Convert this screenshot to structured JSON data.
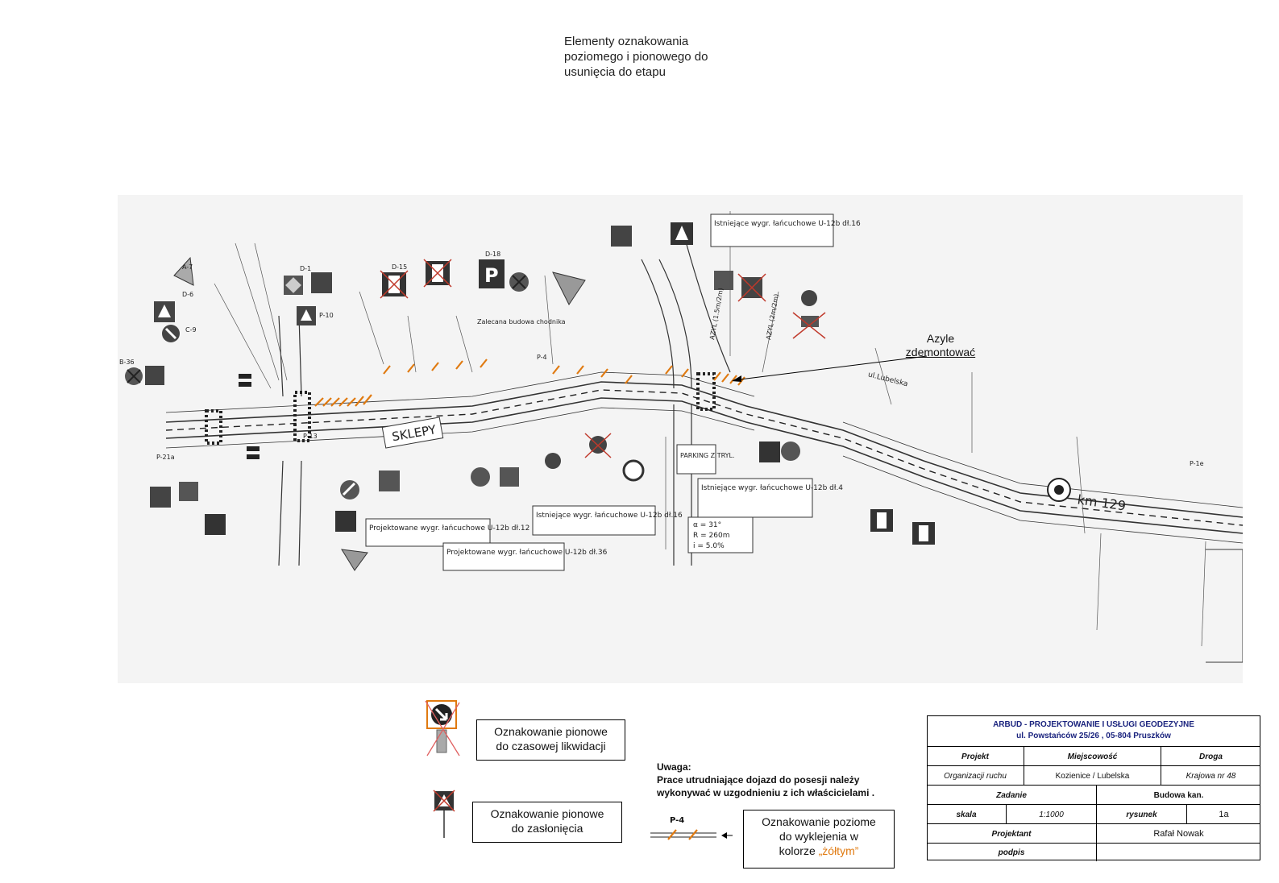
{
  "header_note": {
    "line1": "Elementy oznakowania",
    "line2": "poziomego i pionowego do",
    "line3": "usunięcia do etapu"
  },
  "azyle_note": {
    "line1": "Azyle",
    "line2": "zdemontować"
  },
  "plan_labels": {
    "sklepy": "SKLEPY",
    "km": "km 129",
    "ul_lubelska": "ul.Lubelska",
    "parking_tryl": "PARKING Z TRYL.",
    "chain_1": "Projektowane wygr. łańcuchowe U-12b dł.12",
    "chain_2": "Projektowane wygr. łańcuchowe U-12b dł.36",
    "chain_3": "Istniejące wygr. łańcuchowe U-12b dł.16",
    "chain_4": "Istniejące wygr. łańcuchowe U-12b dł.4",
    "chain_5": "Istniejące wygr. łańcuchowe U-12b dł.16",
    "curve_alpha": "α = 31°",
    "curve_R": "R = 260m",
    "curve_i": "i = 5.0%",
    "zalecana": "Zalecana budowa chodnika",
    "azyl_1": "AZYL (1.5m/2m)",
    "azyl_2": "AZYL (2m/2m)",
    "sign_D1": "D-1",
    "sign_D6": "D-6",
    "sign_A7": "A-7",
    "sign_B36": "B-36",
    "sign_C9": "C-9",
    "sign_D15": "D-15",
    "sign_D18": "D-18",
    "sign_P4": "P-4",
    "sign_P1e": "P-1e",
    "sign_P10": "P-10",
    "sign_P13": "P-13",
    "sign_P21a": "P-21a"
  },
  "legend": {
    "temp_line1": "Oznakowanie pionowe",
    "temp_line2": "do czasowej likwidacji",
    "cover_line1": "Oznakowanie pionowe",
    "cover_line2": "do zasłonięcia",
    "paint_line1": "Oznakowanie poziome",
    "paint_line2": "do wyklejenia w",
    "paint_line3a": "kolorze ",
    "paint_line3b": "„żółtym”",
    "p4_label": "P-4"
  },
  "uwaga": {
    "title": "Uwaga:",
    "line1": "Prace utrudniające dojazd do posesji należy",
    "line2": "wykonywać w uzgodnieniu z ich właścicielami ."
  },
  "title_block": {
    "company": "ARBUD - PROJEKTOWANIE I USŁUGI GEODEZYJNE",
    "address": "ul. Powstańców 25/26 , 05-804 Pruszków",
    "col_projekt": "Projekt",
    "col_miejscowosc": "Miejscowość",
    "col_droga": "Droga",
    "val_projekt": "Organizacji ruchu",
    "val_miejscowosc": "Kozienice / Lubelska",
    "val_droga": "Krajowa nr 48",
    "zadanie_label": "Zadanie",
    "zadanie_value": "Budowa kan.",
    "skala_label": "skala",
    "skala_value": "1:1000",
    "rysunek_label": "rysunek",
    "rysunek_value": "1a",
    "projektant_label": "Projektant",
    "projektant_value": "Rafał Nowak",
    "podpis_label": "podpis"
  },
  "colors": {
    "hatch": "#e07a10",
    "plan_bg": "#f4f4f4",
    "ink": "#333333",
    "title_blue": "#1a237e"
  }
}
